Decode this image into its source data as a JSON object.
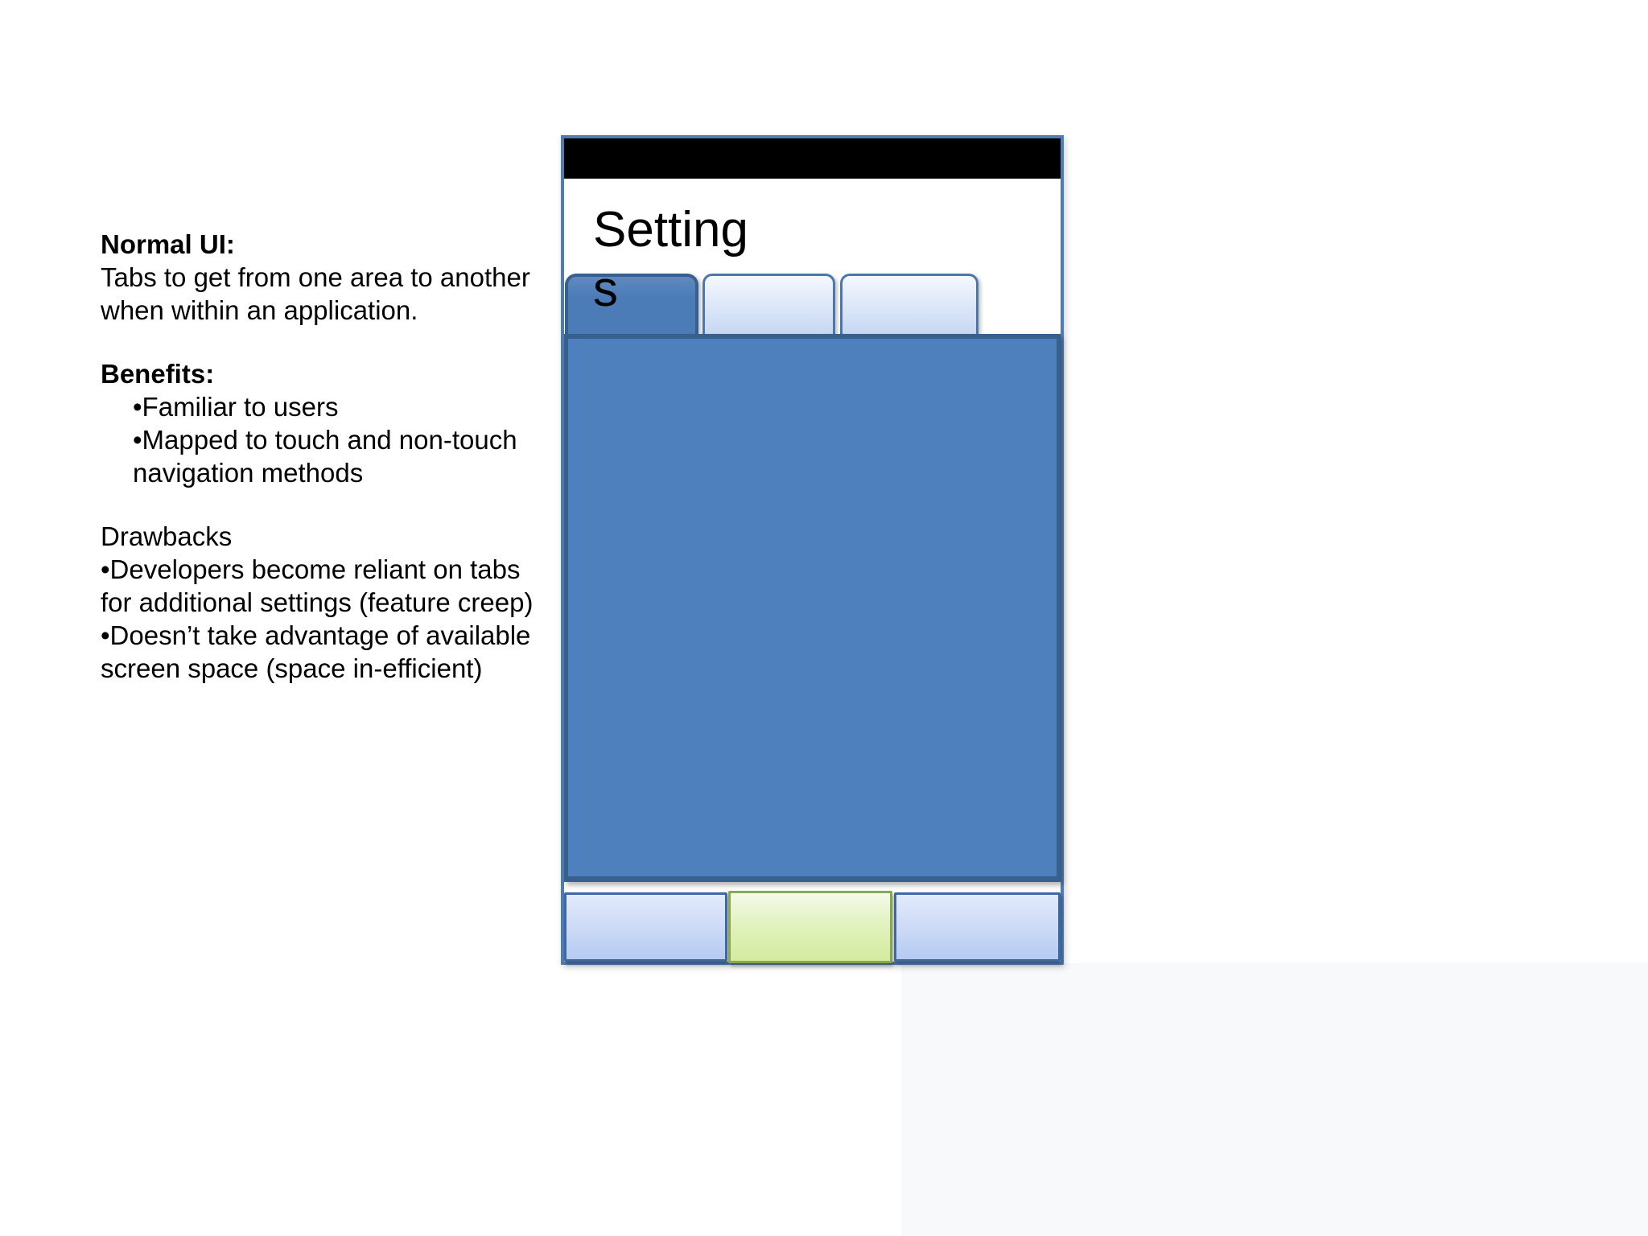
{
  "left_panel": {
    "heading_normal_ui": "Normal UI:",
    "para_normal_ui": "Tabs to get from one area to another when within an application.",
    "heading_benefits": "Benefits:",
    "benefit_1": "•Familiar to users",
    "benefit_2": "•Mapped to touch and non-touch navigation methods",
    "heading_drawbacks": "Drawbacks",
    "drawback_1": "•Developers become reliant on tabs for additional settings (feature creep)",
    "drawback_2": "•Doesn’t take advantage of available screen space (space in-efficient)"
  },
  "phone": {
    "title": "Settings",
    "tabs": [
      {
        "label": "",
        "state": "selected"
      },
      {
        "label": "",
        "state": "unselected"
      },
      {
        "label": "",
        "state": "unselected"
      }
    ],
    "buttons": [
      {
        "label": "",
        "variant": "blue"
      },
      {
        "label": "",
        "variant": "green"
      },
      {
        "label": "",
        "variant": "blue"
      }
    ]
  },
  "colors": {
    "content_blue": "#4e80be",
    "dark_border": "#38608e",
    "frame_border": "#4f7db3",
    "tab_light_top": "#f4f8fe",
    "tab_light_bottom": "#c7d8f2",
    "btn_blue_top": "#e2ebfb",
    "btn_blue_bottom": "#b5cbf1",
    "btn_green_top": "#f4fae9",
    "btn_green_bottom": "#d3eb9e",
    "btn_green_border": "#86a851",
    "status_bar": "#000000",
    "text_color": "#000000",
    "slide_bg": "#ffffff"
  }
}
